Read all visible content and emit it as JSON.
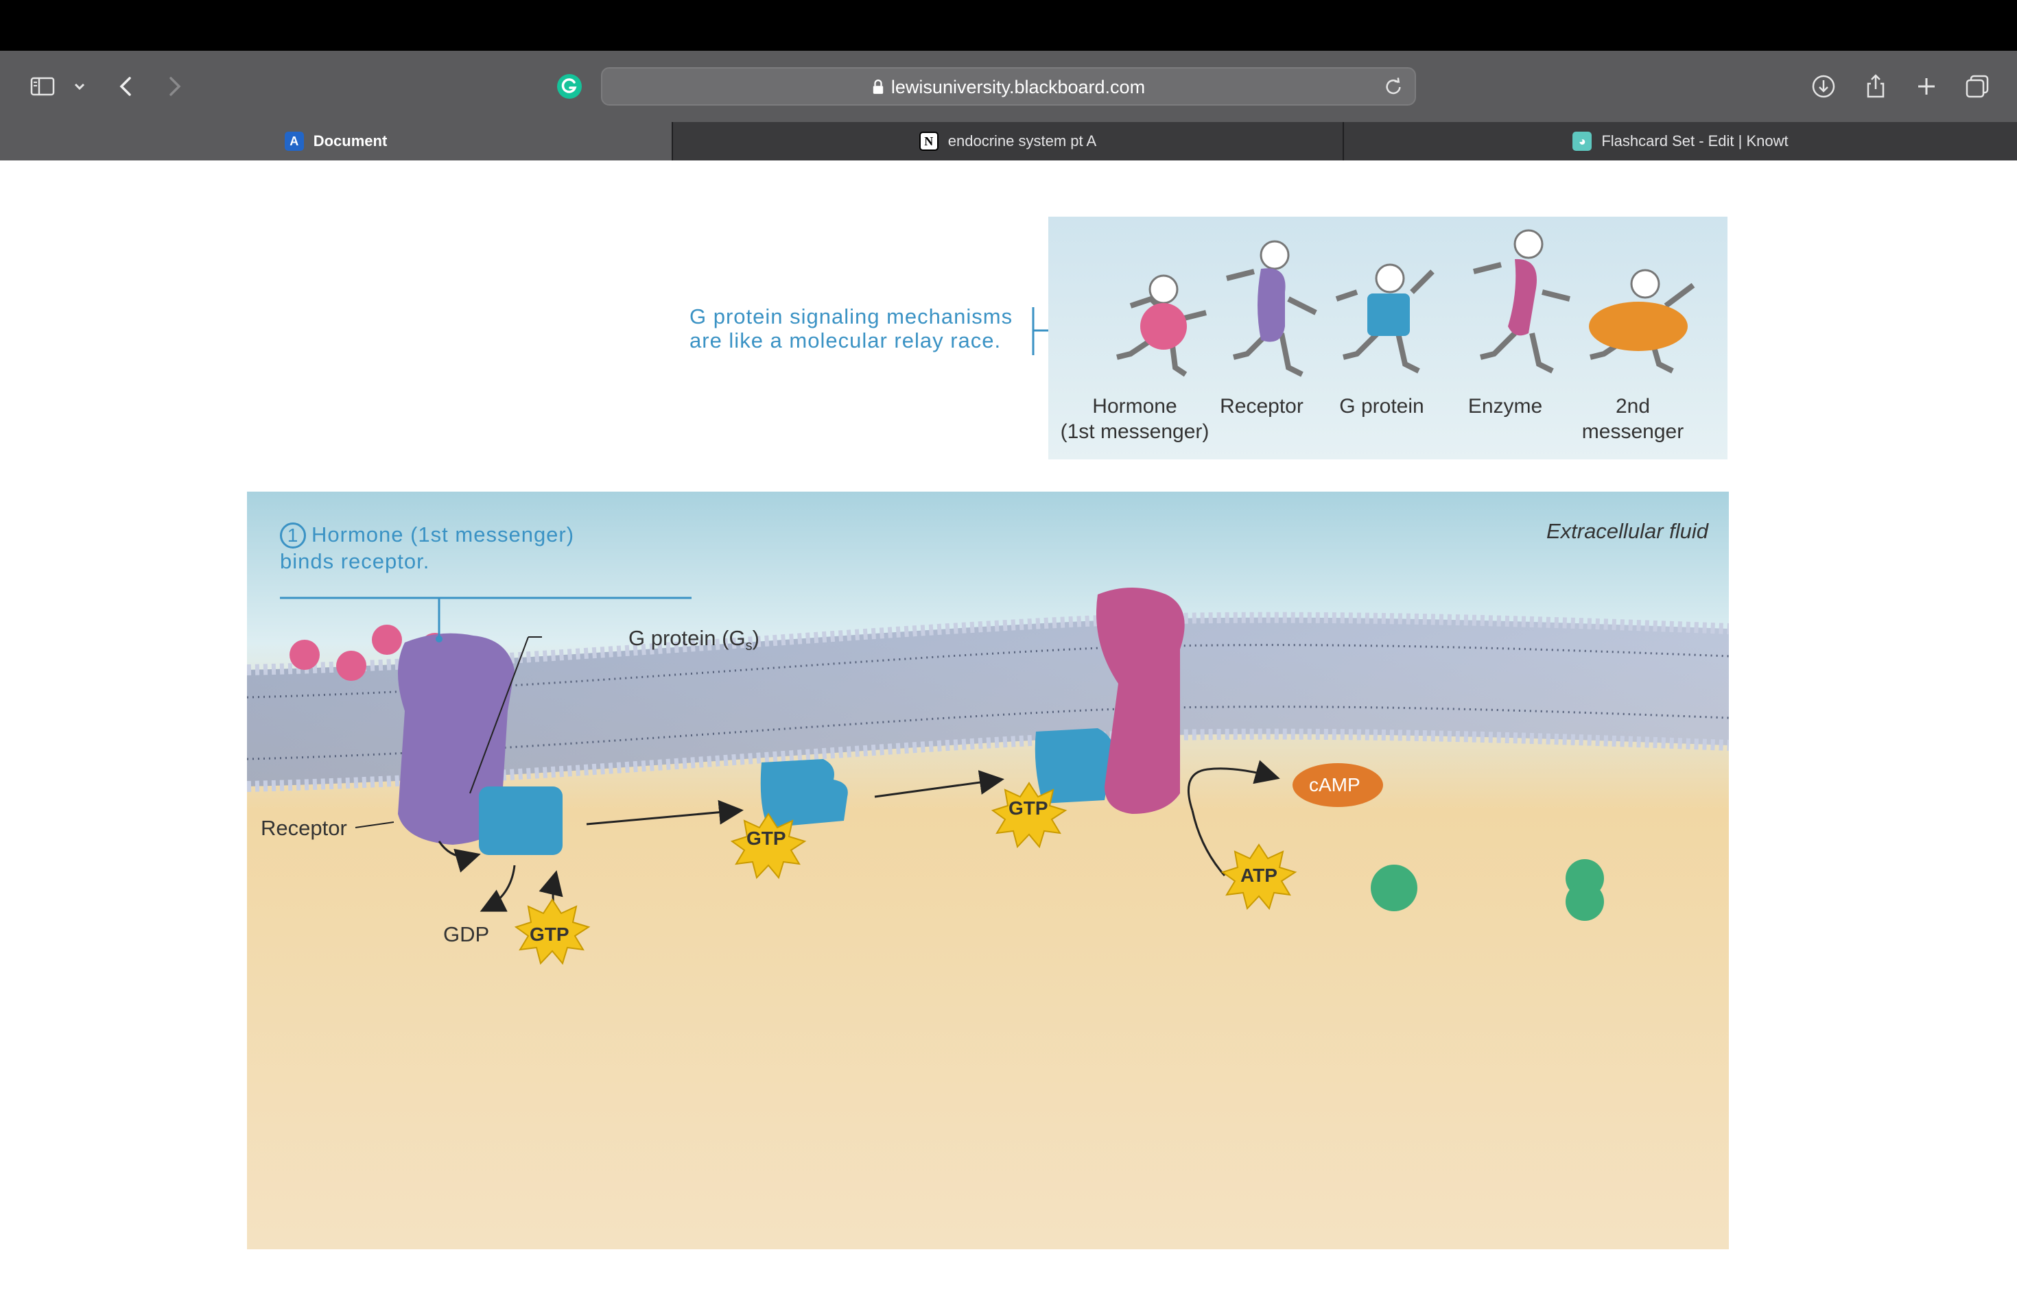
{
  "browser": {
    "url": "lewisuniversity.blackboard.com",
    "tabs": [
      {
        "label": "Document",
        "icon": "blackboard-anthology-icon",
        "active": true
      },
      {
        "label": "endocrine system pt A",
        "icon": "notion-icon",
        "active": false
      },
      {
        "label": "Flashcard Set - Edit | Knowt",
        "icon": "knowt-icon",
        "active": false
      }
    ],
    "toolbar_icons": [
      "sidebar-icon",
      "chevron-down-icon",
      "back-icon",
      "forward-icon",
      "grammarly-icon",
      "lock-icon",
      "reload-icon",
      "download-icon",
      "share-icon",
      "new-tab-icon",
      "tab-overview-icon"
    ]
  },
  "figure": {
    "caption_line1": "G protein signaling mechanisms",
    "caption_line2": "are like a molecular relay race.",
    "relay_labels": [
      {
        "line1": "Hormone",
        "line2": "(1st messenger)"
      },
      {
        "line1": "Receptor",
        "line2": ""
      },
      {
        "line1": "G protein",
        "line2": ""
      },
      {
        "line1": "Enzyme",
        "line2": ""
      },
      {
        "line1": "2nd",
        "line2": "messenger"
      }
    ],
    "step_number": "1",
    "step_line1": "Hormone (1st messenger)",
    "step_line2": "binds receptor.",
    "extracellular": "Extracellular fluid",
    "g_protein_label": "G protein (G",
    "g_protein_sub": "s",
    "g_protein_close": ")",
    "receptor_label": "Receptor",
    "gdp": "GDP",
    "gtp": "GTP",
    "atp": "ATP",
    "camp": "cAMP",
    "colors": {
      "hormone": "#e0608f",
      "receptor": "#8a72b8",
      "g_protein": "#3a9cc8",
      "enzyme": "#c0558f",
      "second_messenger": "#e8902a",
      "caption_blue": "#3a92c4",
      "gtp_star": "#f3c31a"
    }
  }
}
